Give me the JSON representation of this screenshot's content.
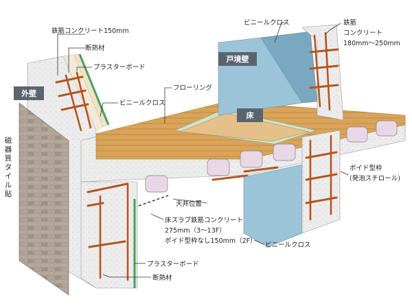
{
  "labels": {
    "rebar_concrete_150": "鉄筋コンクリート150mm",
    "insulation_top": "断熱材",
    "plaster_board_top": "プラスターボード",
    "vinyl_cloth_left": "ビニールクロス",
    "flooring": "フローリング",
    "vinyl_cloth_top": "ビニールクロス",
    "rebar_concrete_right_1": "鉄筋",
    "rebar_concrete_right_2": "コンクリート",
    "rebar_concrete_right_3": "180mm～250mm",
    "void_form_1": "ボイド型枠",
    "void_form_2": "(発泡スチロール)",
    "ceiling_position": "天井位置",
    "slab_1": "床スラブ鉄筋コンクリート",
    "slab_2": "275mm（3～13F）",
    "slab_3": "ボイド型枠なし150mm（2F）",
    "vinyl_cloth_bottom": "ビニールクロス",
    "plaster_board_bottom": "プラスターボード",
    "insulation_bottom": "断熱材"
  },
  "tags": {
    "exterior_wall": "外壁",
    "boundary_wall": "戸境壁",
    "floor": "床"
  },
  "vertical_label": [
    "磁",
    "器",
    "質",
    "タ",
    "イ",
    "ル",
    "貼"
  ],
  "colors": {
    "tag_bg": "#5a6470",
    "concrete": "#e6e6e6",
    "tile": "#a89b90",
    "wood": "#d9a45a",
    "blue_wall": "#9cc4d8",
    "rebar": "#b5541f",
    "void": "#e8d8e6",
    "green_layer": "#4aa05a"
  }
}
